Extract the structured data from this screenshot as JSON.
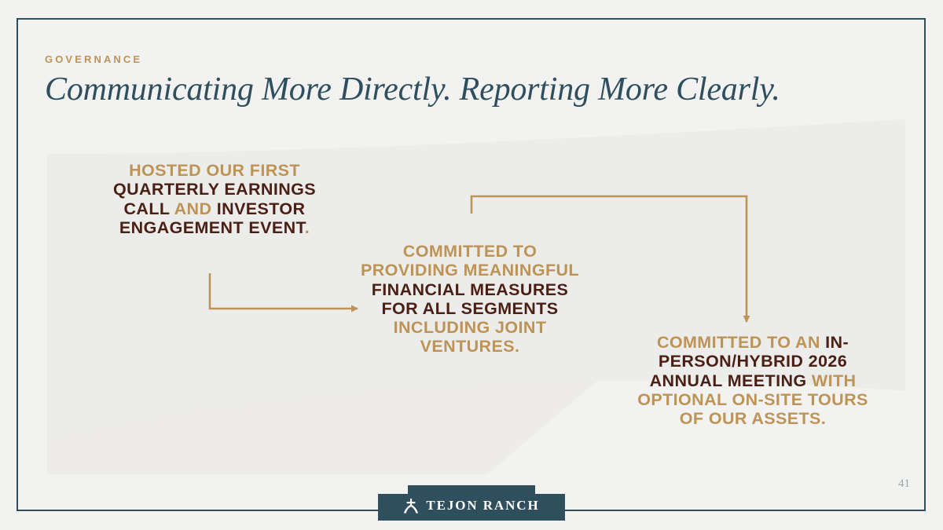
{
  "slide": {
    "page_number": "41",
    "eyebrow": "GOVERNANCE",
    "title": "Communicating More Directly. Reporting More Clearly."
  },
  "colors": {
    "background": "#f2f2f1",
    "swoosh": "#e8e8e7",
    "frame": "#2f4f5e",
    "gold": "#bd9455",
    "brown": "#4a1f14",
    "teal": "#2f4f5e",
    "page_number": "#9aa9b0"
  },
  "statements": [
    {
      "id": "statement-1",
      "segments": [
        {
          "text": "HOSTED OUR FIRST ",
          "emphasis": "gold"
        },
        {
          "text": "QUARTERLY EARNINGS CALL ",
          "emphasis": "brown"
        },
        {
          "text": "AND ",
          "emphasis": "gold"
        },
        {
          "text": "INVESTOR ENGAGEMENT EVENT",
          "emphasis": "brown"
        },
        {
          "text": ".",
          "emphasis": "gold"
        }
      ]
    },
    {
      "id": "statement-2",
      "segments": [
        {
          "text": "COMMITTED TO PROVIDING MEANINGFUL ",
          "emphasis": "gold"
        },
        {
          "text": "FINANCIAL MEASURES FOR ALL SEGMENTS ",
          "emphasis": "brown"
        },
        {
          "text": "INCLUDING JOINT VENTURES.",
          "emphasis": "gold"
        }
      ]
    },
    {
      "id": "statement-3",
      "segments": [
        {
          "text": "COMMITTED TO AN ",
          "emphasis": "gold"
        },
        {
          "text": "IN-PERSON/HYBRID 2026 ANNUAL MEETING ",
          "emphasis": "brown"
        },
        {
          "text": "WITH OPTIONAL ON-SITE TOURS OF OUR ASSETS.",
          "emphasis": "gold"
        }
      ]
    }
  ],
  "connectors": [
    {
      "id": "connector-1-to-2",
      "from": "statement-1",
      "to": "statement-2",
      "color": "#bd9455"
    },
    {
      "id": "connector-2-to-3",
      "from": "statement-2",
      "to": "statement-3",
      "color": "#bd9455"
    }
  ],
  "logo": {
    "brand": "TEJON RANCH",
    "icon": "oak-tree-icon",
    "banner_color": "#2f4f5e"
  }
}
